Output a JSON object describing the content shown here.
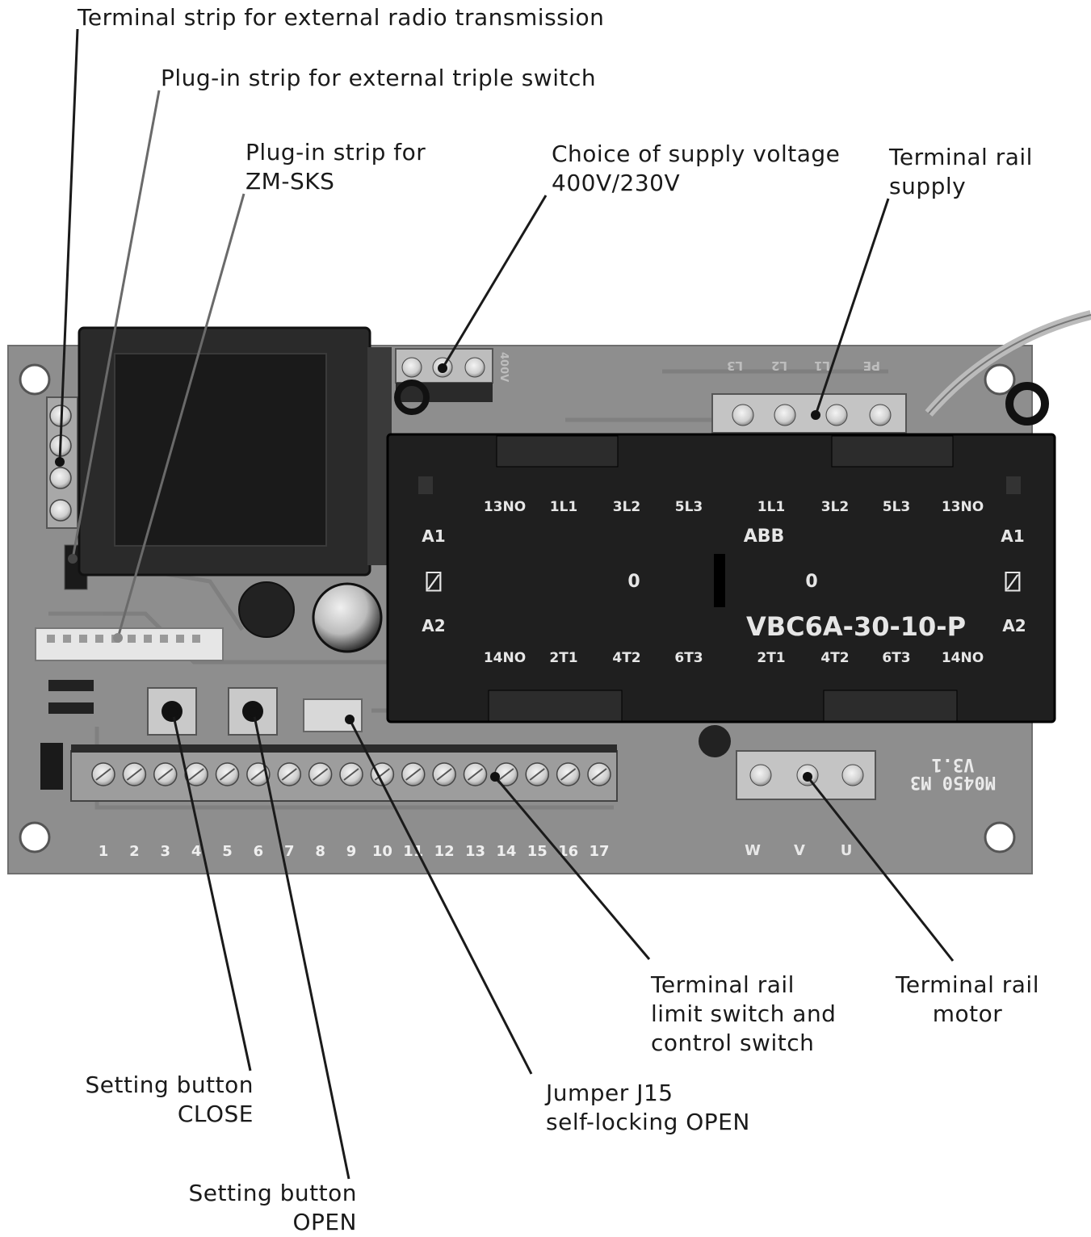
{
  "callouts": {
    "radio_strip": "Terminal strip for external radio transmission",
    "triple_switch": "Plug-in strip for external triple switch",
    "zm_sks": [
      "Plug-in strip for",
      "ZM-SKS"
    ],
    "supply_voltage": [
      "Choice of supply voltage",
      "400V/230V"
    ],
    "rail_supply": [
      "Terminal rail",
      "supply"
    ],
    "rail_limit": [
      "Terminal rail",
      "limit switch and",
      "control switch"
    ],
    "rail_motor": [
      "Terminal rail",
      "motor"
    ],
    "btn_close": [
      "Setting button",
      "CLOSE"
    ],
    "jumper": [
      "Jumper J15",
      "self-locking OPEN"
    ],
    "btn_open": [
      "Setting button",
      "OPEN"
    ]
  },
  "contactor": {
    "brand": "ABB",
    "model": "VBC6A-30-10-P",
    "coil_top": "A1",
    "coil_bottom": "A2",
    "coil_symbol": "⍁",
    "left_top": [
      "13NO",
      "1L1",
      "3L2",
      "5L3"
    ],
    "right_top": [
      "1L1",
      "3L2",
      "5L3",
      "13NO"
    ],
    "left_bottom": [
      "14NO",
      "2T1",
      "4T2",
      "6T3"
    ],
    "right_bottom": [
      "2T1",
      "4T2",
      "6T3",
      "14NO"
    ],
    "zero": "0"
  },
  "board": {
    "supply_labels": [
      "PE",
      "L1",
      "L2",
      "L3"
    ],
    "voltage_label": "400V",
    "terminal_numbers": [
      "1",
      "2",
      "3",
      "4",
      "5",
      "6",
      "7",
      "8",
      "9",
      "10",
      "11",
      "12",
      "13",
      "14",
      "15",
      "16",
      "17"
    ],
    "motor_labels": [
      "W",
      "V",
      "U"
    ],
    "board_id": "M0450 M3",
    "version": "V3.1"
  }
}
